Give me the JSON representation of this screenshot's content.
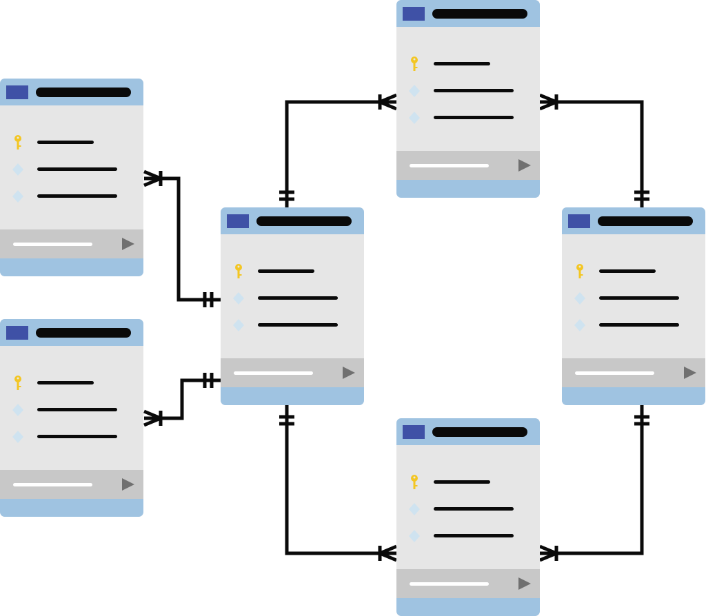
{
  "diagram": {
    "tables": [
      {
        "id": "table-left-top",
        "fields": [
          "primary-key",
          "attribute",
          "attribute"
        ]
      },
      {
        "id": "table-left-bottom",
        "fields": [
          "primary-key",
          "attribute",
          "attribute"
        ]
      },
      {
        "id": "table-center",
        "fields": [
          "primary-key",
          "attribute",
          "attribute"
        ]
      },
      {
        "id": "table-top",
        "fields": [
          "primary-key",
          "attribute",
          "attribute"
        ]
      },
      {
        "id": "table-right",
        "fields": [
          "primary-key",
          "attribute",
          "attribute"
        ]
      },
      {
        "id": "table-bottom",
        "fields": [
          "primary-key",
          "attribute",
          "attribute"
        ]
      }
    ],
    "relationships": [
      {
        "from": "table-left-top",
        "to": "table-center",
        "from_end": "one-or-many",
        "to_end": "exactly-one"
      },
      {
        "from": "table-left-bottom",
        "to": "table-center",
        "from_end": "one-or-many",
        "to_end": "exactly-one"
      },
      {
        "from": "table-center",
        "to": "table-top",
        "from_end": "exactly-one",
        "to_end": "one-or-many"
      },
      {
        "from": "table-top",
        "to": "table-right",
        "from_end": "one-or-many",
        "to_end": "exactly-one"
      },
      {
        "from": "table-center",
        "to": "table-bottom",
        "from_end": "exactly-one",
        "to_end": "one-or-many"
      },
      {
        "from": "table-right",
        "to": "table-bottom",
        "from_end": "exactly-one",
        "to_end": "one-or-many"
      }
    ],
    "colors": {
      "header": "#9fc3e1",
      "header_icon": "#3f51a6",
      "body": "#e6e6e6",
      "footer": "#c8c8c8",
      "line": "#0a0a0a",
      "key_icon": "#f3c623",
      "diamond_icon": "#cfe3f0",
      "play_icon": "#707070"
    },
    "icons": {
      "primary_key": "key-icon",
      "attribute": "diamond-icon",
      "header": "table-icon",
      "footer": "play-icon"
    }
  }
}
